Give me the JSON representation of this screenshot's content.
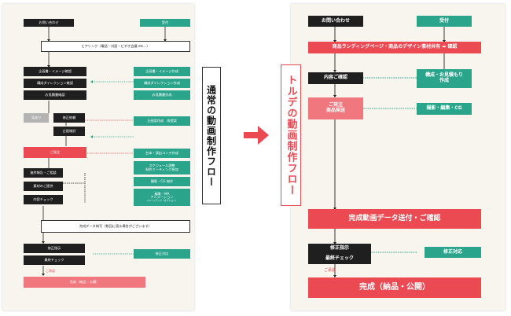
{
  "left": {
    "title": "通常の動画制作フロー",
    "inquiry": "お問い合わせ",
    "reception": "受付",
    "hearing": "ヒアリング（電話・対面・ビデオ会議 etc...）",
    "planning_check": "企画書・イメージ確認",
    "planning_create": "企画書・イメージ作成",
    "direction_check": "構成ダイレクション確認",
    "direction_create": "構成ダイレクション作成",
    "quote_check": "お見積書確認",
    "quote_create": "お見積書作成",
    "lost": "見送り",
    "revision_request": "修正依頼",
    "revision_create": "企画案作成　再提案",
    "plan_review": "企画検討",
    "order": "ご発注",
    "script_create": "台本・演出コンテ作成",
    "progress": "進捗報告・ご相談",
    "schedule": "スケジュール調整\n制作ミーティング参加",
    "materials": "素材のご提供",
    "shoot": "撮影・CG 制作",
    "content_check": "内容チェック",
    "edit": "編集・MA\nアニメーション",
    "edit_note": "イメージアップ（オプション）",
    "delivery_send": "完成データ納写（数回に渡る場合がございます）",
    "fix_instruction": "修正指示",
    "fix_handle": "修正対応",
    "final_check": "最終チェック",
    "acceptance": "ご承認",
    "complete": "完成（納品・公開）"
  },
  "right": {
    "title": "トルデの動画制作フロー",
    "inquiry": "お問い合わせ",
    "reception": "受付",
    "share": "商品ランディングページ・商品のデザイン素材共有 ➡ 確認",
    "content_check": "内容ご確認",
    "compose": "構成・お見積もり\n作成",
    "order": "ご発注\n商品発送",
    "shoot": "撮影・編集・CG",
    "delivery": "完成動画データ送付・ご確認",
    "fix_instruction": "修正指示",
    "fix_handle": "修正対応",
    "final_check": "最終チェック",
    "acceptance": "ご承認",
    "complete": "完成（納品・公開）"
  },
  "colors": {
    "dark": "#1f1f1f",
    "teal": "#2aa58c",
    "red": "#ec4a53",
    "pink": "#f0777d",
    "grey": "#b3b3b3",
    "panel": "#f8f5ee"
  }
}
